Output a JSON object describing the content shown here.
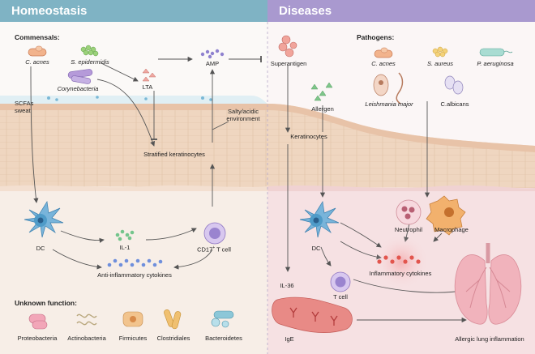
{
  "panels": {
    "homeostasis": {
      "title": "Homeostasis",
      "color": "#7fb3c4"
    },
    "diseases": {
      "title": "Diseases",
      "color": "#a999cf"
    }
  },
  "homeostasis": {
    "commensals_heading": "Commensals:",
    "commensals": [
      "C. acnes",
      "S. epidermidis",
      "Corynebacteria"
    ],
    "lta": "LTA",
    "amp": "AMP",
    "scfas": "SCFAs",
    "sweat": "sweat",
    "salty_line1": "Salty/acidic",
    "salty_line2": "environment",
    "keratinocytes": "Stratified keratinocytes",
    "dc": "DC",
    "il1": "IL-1",
    "tcell_prefix": "CD17",
    "tcell_sup": "+",
    "tcell_suffix": " T cell",
    "anti_cytokines": "Anti-inflammatory cytokines",
    "unknown_heading": "Unknown function:",
    "unknown": [
      "Proteobacteria",
      "Actinobacteria",
      "Firmicutes",
      "Clostridiales",
      "Bacteroidetes"
    ]
  },
  "diseases": {
    "superantigen": "Superantigen",
    "allergen": "Allergen",
    "pathogens_heading": "Pathogens:",
    "pathogens": [
      "C. acnes",
      "S. aureus",
      "P. aeruginosa"
    ],
    "leishmania": "Leishmania major",
    "calbicans": "C.albicans",
    "keratinocytes": "Keratinocytes",
    "neutrophil": "Neutrophil",
    "macrophage": "Macrophage",
    "dc": "DC",
    "il36": "IL-36",
    "tcell": "T cell",
    "inflammatory": "Inflammatory cytokines",
    "ige": "IgE",
    "lung": "Allergic lung inflammation"
  },
  "colors": {
    "skin_top": "#f6e2cf",
    "skin_lower": "#efd6c0",
    "dermis_left": "#f7eee7",
    "dermis_right": "#f6e1e3",
    "dc_blue": "#4f9bc8",
    "lung_pink": "#f1b3bc",
    "red_dot": "#e2554d",
    "green_dot": "#74c58c",
    "blue_dot": "#6f8fdc",
    "purple_dot": "#8f82cf"
  }
}
